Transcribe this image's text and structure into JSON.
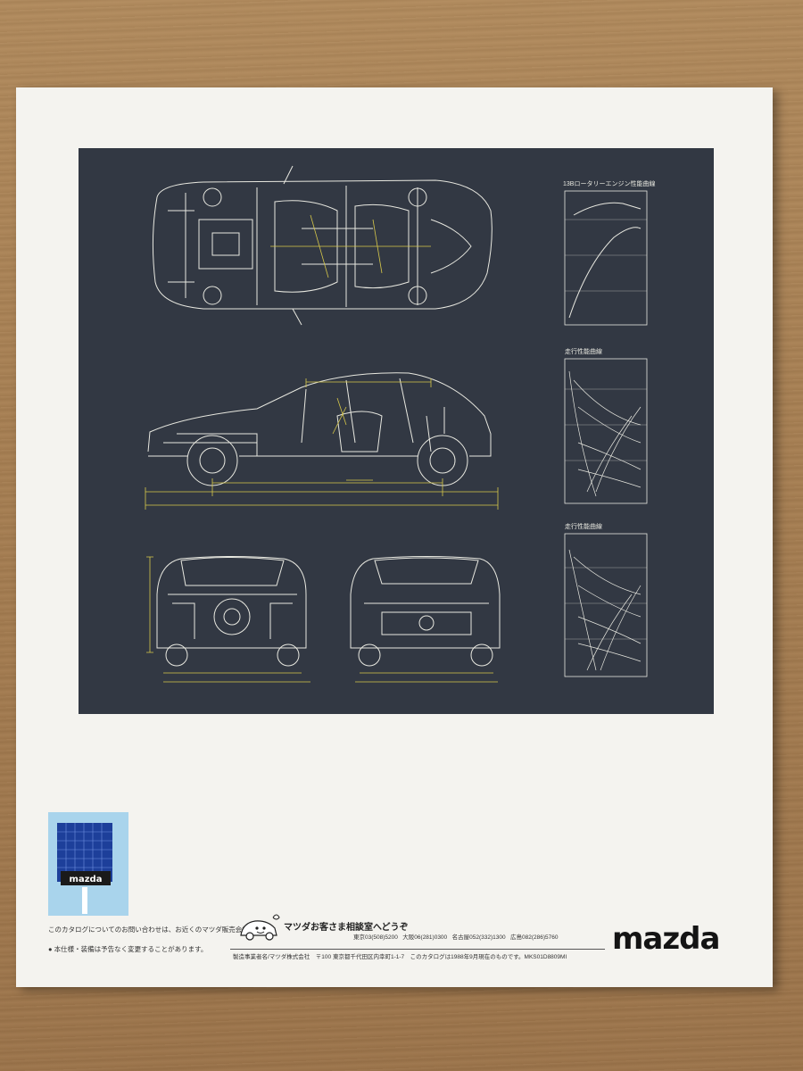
{
  "brand": {
    "logo_text": "mazda"
  },
  "dealer_sign": {
    "logo_text": "mazda"
  },
  "blueprint": {
    "engine_chart_title": "13Bロータリーエンジン性能曲線",
    "drive_chart_1_title": "走行性能曲線",
    "drive_chart_2_title": "走行性能曲線"
  },
  "footer": {
    "contact_text": "このカタログについてのお問い合わせは、お近くのマツダ販売会社または",
    "notice_text": "● 本仕様・装備は予告なく変更することがあります。",
    "service_label": "マツダお客さま相談室へどうぞ",
    "phones": [
      "東京03(508)5200",
      "大阪06(281)0300",
      "名古屋052(332)1300",
      "広島082(286)5760"
    ],
    "maker_text": "製造事業者名/マツダ株式会社　〒100 東京都千代田区内幸町1-1-7　このカタログは1988年9月現在のものです。MKS01D8809MI"
  },
  "colors": {
    "blueprint_bg": "#323843",
    "line_white": "#e8e8e0",
    "dim_yellow": "#d7c84a",
    "paper": "#f4f3ef"
  }
}
